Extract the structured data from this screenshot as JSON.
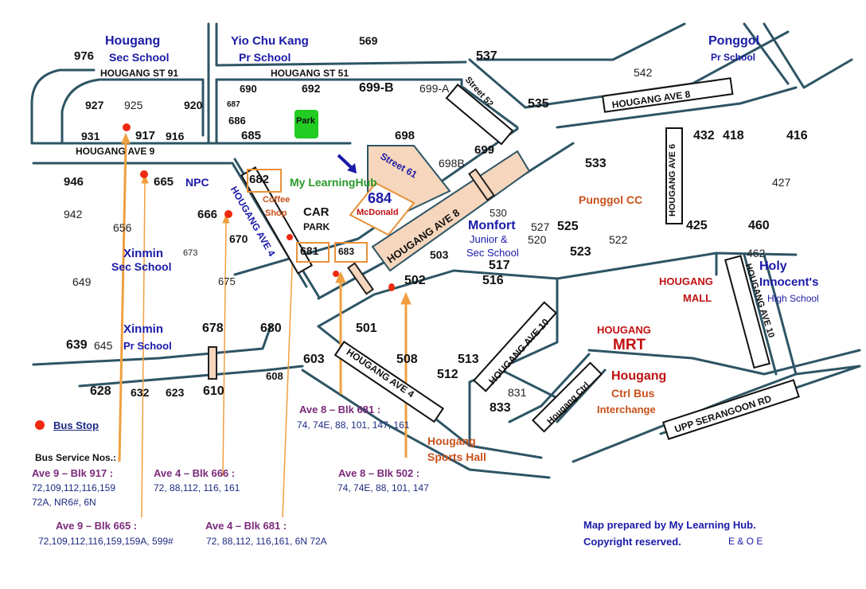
{
  "schools": {
    "hougang_sec": [
      "Hougang",
      "Sec School"
    ],
    "yck_pr": [
      "Yio Chu Kang",
      "Pr School"
    ],
    "ponggol_pr": [
      "Ponggol",
      "Pr School"
    ],
    "xinmin_sec": [
      "Xinmin",
      "Sec School"
    ],
    "xinmin_pr": [
      "Xinmin",
      "Pr School"
    ],
    "monfort": [
      "Monfort",
      "Junior &",
      "Sec School"
    ],
    "holy": [
      "Holy",
      "Innocent's",
      "High School"
    ]
  },
  "roads": {
    "st91": "HOUGANG ST 91",
    "st51": "HOUGANG ST 51",
    "ave9": "HOUGANG AVE 9",
    "ave8_top": "HOUGANG AVE 8",
    "ave8_mid": "HOUGANG AVE 8",
    "ave6": "HOUGANG AVE 6",
    "ave4_left": "HOUGANG AVE 4",
    "ave4_bottom": "HOUGANG AVE 4",
    "ave10_mid": "HOUGANG AVE 10",
    "ave10_right": "HOUGANG AVE 10",
    "street52": "Street 52",
    "street61": "Street 61",
    "ctrl": "Hougang Ctrl",
    "upp_serangoon": "UPP SERANGOON RD"
  },
  "places": {
    "park": "Park",
    "npc": "NPC",
    "mlh": "My LearningHub",
    "coffee": [
      "Coffee",
      "Shop"
    ],
    "car_park": [
      "CAR",
      "PARK"
    ],
    "blk684": "684",
    "mcdonald": "McDonald",
    "punggol_cc": "Punggol CC",
    "hougang_mall": [
      "HOUGANG",
      "MALL"
    ],
    "hougang_mrt": [
      "HOUGANG",
      "MRT"
    ],
    "interchange": [
      "Hougang",
      "Ctrl Bus",
      "Interchange"
    ],
    "sports_hall": [
      "Hougang",
      "Sports Hall"
    ]
  },
  "blocks": {
    "b976": "976",
    "b927": "927",
    "b925": "925",
    "b920": "920",
    "b931": "931",
    "b917": "917",
    "b916": "916",
    "b690": "690",
    "b692": "692",
    "b699b": "699-B",
    "b699a": "699-A",
    "b687": "687",
    "b686": "686",
    "b685": "685",
    "b569": "569",
    "b537": "537",
    "b535": "535",
    "b542": "542",
    "b698": "698",
    "b698b": "698B",
    "b699": "699",
    "b432": "432",
    "b418": "418",
    "b416": "416",
    "b533": "533",
    "b427": "427",
    "b425": "425",
    "b460": "460",
    "b462": "462",
    "b946": "946",
    "b665": "665",
    "b942": "942",
    "b656": "656",
    "b666": "666",
    "b670": "670",
    "b682": "682",
    "b681": "681",
    "b683": "683",
    "b673": "673",
    "b649": "649",
    "b675": "675",
    "b530": "530",
    "b527": "527",
    "b525": "525",
    "b520": "520",
    "b522": "522",
    "b503": "503",
    "b523": "523",
    "b517": "517",
    "b516": "516",
    "b502": "502",
    "b678": "678",
    "b680": "680",
    "b501": "501",
    "b639": "639",
    "b645": "645",
    "b603": "603",
    "b508": "508",
    "b513": "513",
    "b512": "512",
    "b628": "628",
    "b632": "632",
    "b623": "623",
    "b610": "610",
    "b608": "608",
    "b831": "831",
    "b833": "833"
  },
  "legend": {
    "bus_stop": "Bus Stop",
    "service_nos": "Bus Service Nos.:"
  },
  "bus_info": [
    {
      "title": "Ave 9 – Blk 917 :",
      "routes": [
        "72,109,112,116,159",
        "72A, NR6#, 6N"
      ]
    },
    {
      "title": "Ave 4 – Blk 666 :",
      "routes": [
        "72, 88,112,  116,  161"
      ]
    },
    {
      "title": "Ave 8 – Blk 681 :",
      "routes": [
        "74, 74E, 88, 101, 147, 161"
      ]
    },
    {
      "title": "Ave 8 – Blk 502 :",
      "routes": [
        "74, 74E, 88, 101, 147"
      ]
    },
    {
      "title": "Ave 9 – Blk 665 :",
      "routes": [
        "72,109,112,116,159,159A,   599#"
      ]
    },
    {
      "title": "Ave 4 – Blk 681 :",
      "routes": [
        "72, 88,112,  116,161,  6N 72A"
      ]
    }
  ],
  "footer": {
    "line1": "Map prepared by My Learning Hub.",
    "line2": "Copyright reserved.",
    "eoe": "E & O E"
  },
  "colors": {
    "road_line": "#2d5565",
    "accent_blue": "#1a1aa8",
    "orange": "#c8511a",
    "arrow_orange": "#f0a040",
    "bus_stop_red": "#ee2a10",
    "park_green": "#22cc22"
  }
}
